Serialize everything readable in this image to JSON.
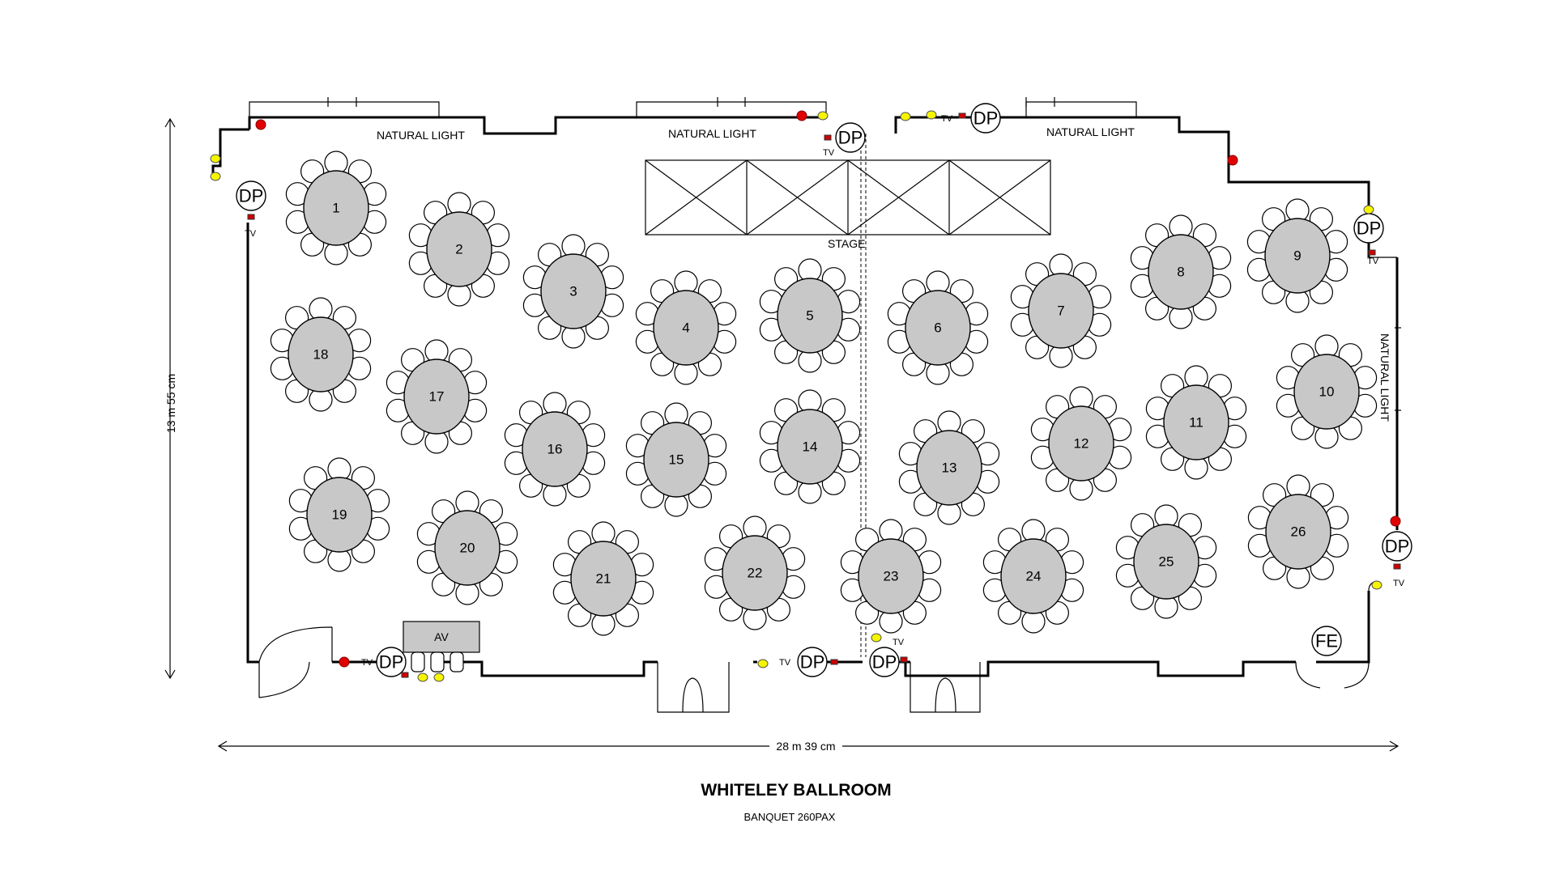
{
  "title": "WHITELEY BALLROOM",
  "subtitle": "BANQUET 260PAX",
  "dimensions": {
    "width": "28 m 39 cm",
    "height": "13 m 55 cm"
  },
  "labels": {
    "natural_light": "NATURAL LIGHT",
    "stage": "STAGE",
    "av": "AV",
    "fe": "FE",
    "dp": "DP",
    "tv": "TV"
  },
  "tables": [
    "1",
    "2",
    "3",
    "4",
    "5",
    "6",
    "7",
    "8",
    "9",
    "10",
    "11",
    "12",
    "13",
    "14",
    "15",
    "16",
    "17",
    "18",
    "19",
    "20",
    "21",
    "22",
    "23",
    "24",
    "25",
    "26"
  ],
  "colors": {
    "table_fill": "#c8c8c8",
    "fire_point": "#e00000",
    "socket": "#f5f500"
  },
  "icons": [
    "table-icon",
    "chair-icon",
    "data-point-icon",
    "socket-icon",
    "fire-point-icon",
    "tv-point-icon",
    "door-icon",
    "fire-extinguisher-icon"
  ]
}
